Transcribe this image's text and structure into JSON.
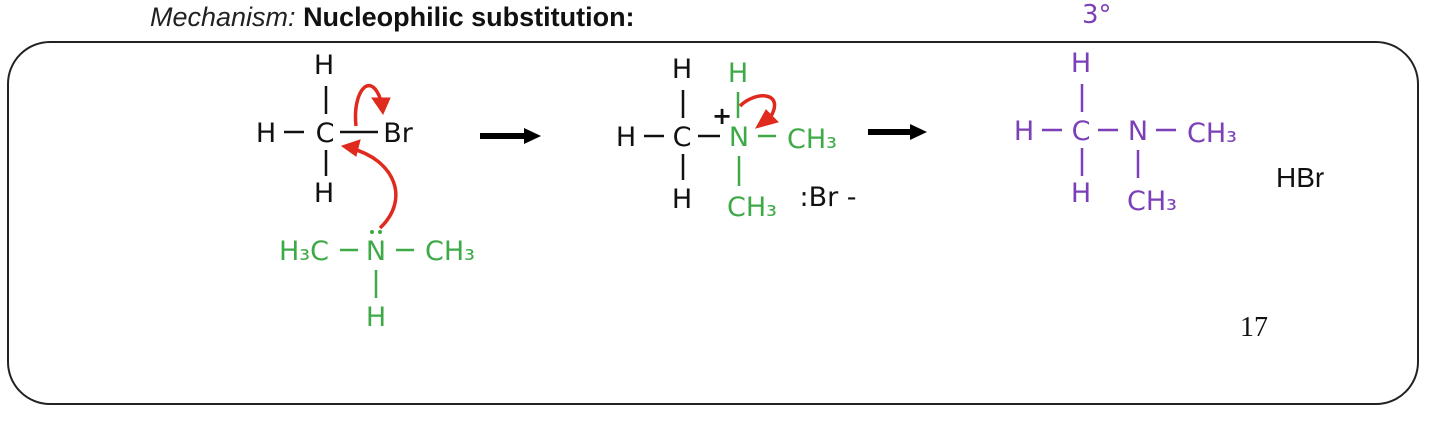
{
  "heading": {
    "label": "Mechanism:",
    "title": "Nucleophilic substitution:"
  },
  "classification_note": "3°",
  "page_number": "17",
  "byproduct": "HBr",
  "colors": {
    "substrate": "#111111",
    "nucleophile": "#3daa47",
    "product": "#7b3fb8",
    "arrow": "#e02a1e",
    "reaction_arrow": "#000000"
  },
  "reactant_1": {
    "atoms": {
      "top_h": "H",
      "left_h": "H",
      "carbon": "C",
      "bromine": "Br",
      "bottom_h": "H"
    }
  },
  "reactant_2": {
    "atoms": {
      "left_group": "H₃C",
      "nitrogen": "N",
      "right_group": "CH₃",
      "bottom_h": "H"
    }
  },
  "intermediate": {
    "atoms": {
      "top_h": "H",
      "left_h": "H",
      "carbon": "C",
      "bottom_h": "H",
      "n_top_h": "H",
      "nitrogen": "N",
      "right_group": "CH₃",
      "bottom_group": "CH₃"
    },
    "charge": "+",
    "counter_ion": ":Br -"
  },
  "product": {
    "atoms": {
      "top_h": "H",
      "left_h": "H",
      "carbon": "C",
      "nitrogen": "N",
      "right_group": "CH₃",
      "bottom_h": "H",
      "bottom_group": "CH₃"
    }
  }
}
